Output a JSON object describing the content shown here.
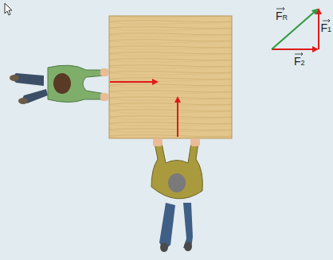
{
  "diagram": {
    "labels": [
      "FR",
      "F2",
      "F1"
    ]
  }
}
